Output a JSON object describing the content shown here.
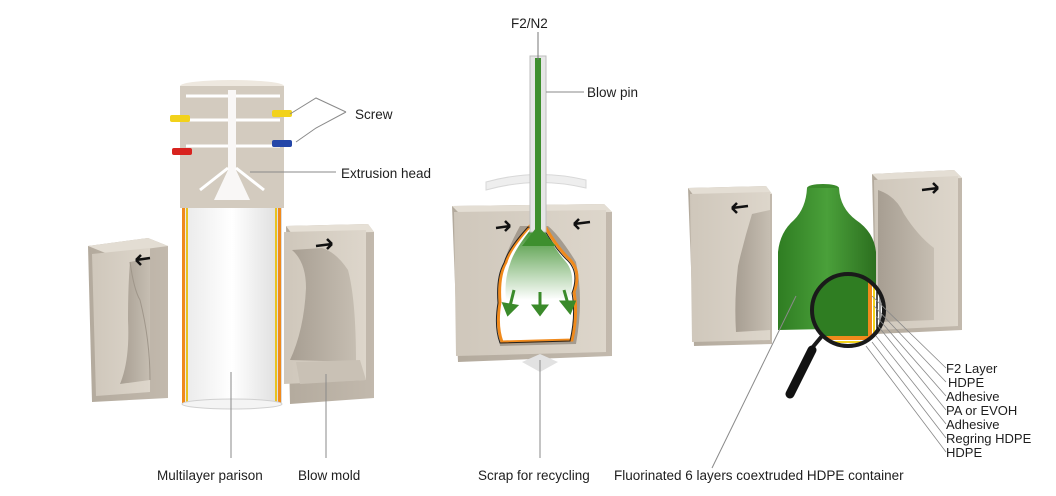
{
  "labels": {
    "screw": "Screw",
    "extrusion_head": "Extrusion head",
    "multilayer_parison": "Multilayer parison",
    "blow_mold": "Blow mold",
    "gas": "F2/N2",
    "blow_pin": "Blow pin",
    "scrap": "Scrap for recycling",
    "container": "Fluorinated 6 layers coextruded HDPE container"
  },
  "layers": [
    "F2 Layer",
    "HDPE",
    "Adhesive",
    "PA or EVOH",
    "Adhesive",
    "Regring HDPE",
    "HDPE"
  ],
  "colors": {
    "mold": "#d8d1c6",
    "mold_inner": "#b9b1a5",
    "green": "#3f8f2f",
    "orange": "#f08a1c",
    "screw_yellow": "#f2d21b",
    "screw_red": "#d8231f",
    "screw_blue": "#2446a8",
    "magnifier": "#1a1a1a"
  }
}
